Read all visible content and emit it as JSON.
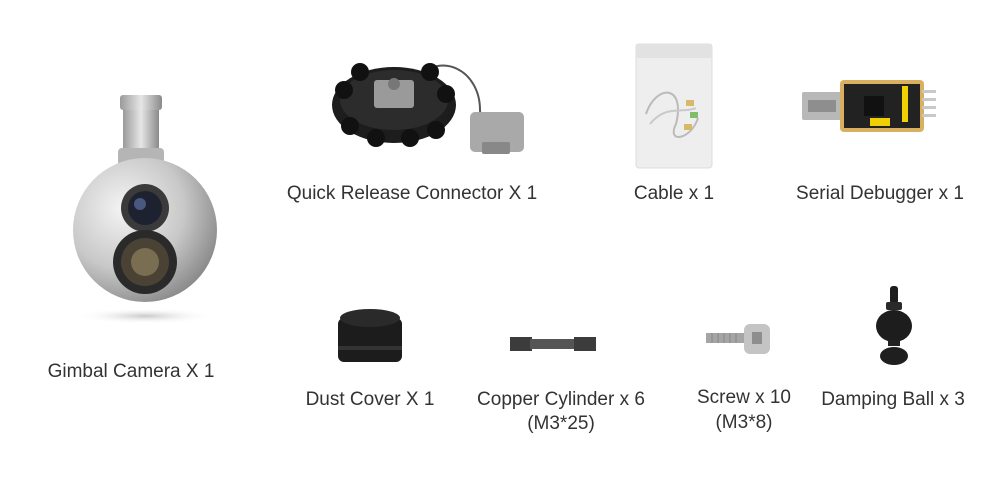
{
  "items": [
    {
      "key": "gimbal",
      "label": "Gimbal Camera X 1",
      "sub": ""
    },
    {
      "key": "connector",
      "label": "Quick Release Connector X 1",
      "sub": ""
    },
    {
      "key": "cable",
      "label": "Cable x 1",
      "sub": ""
    },
    {
      "key": "debugger",
      "label": "Serial Debugger x 1",
      "sub": ""
    },
    {
      "key": "dust",
      "label": "Dust Cover X 1",
      "sub": ""
    },
    {
      "key": "copper",
      "label": "Copper Cylinder x 6",
      "sub": "(M3*25)"
    },
    {
      "key": "screw",
      "label": "Screw x 10",
      "sub": "(M3*8)"
    },
    {
      "key": "ball",
      "label": "Damping Ball x 3",
      "sub": ""
    }
  ]
}
